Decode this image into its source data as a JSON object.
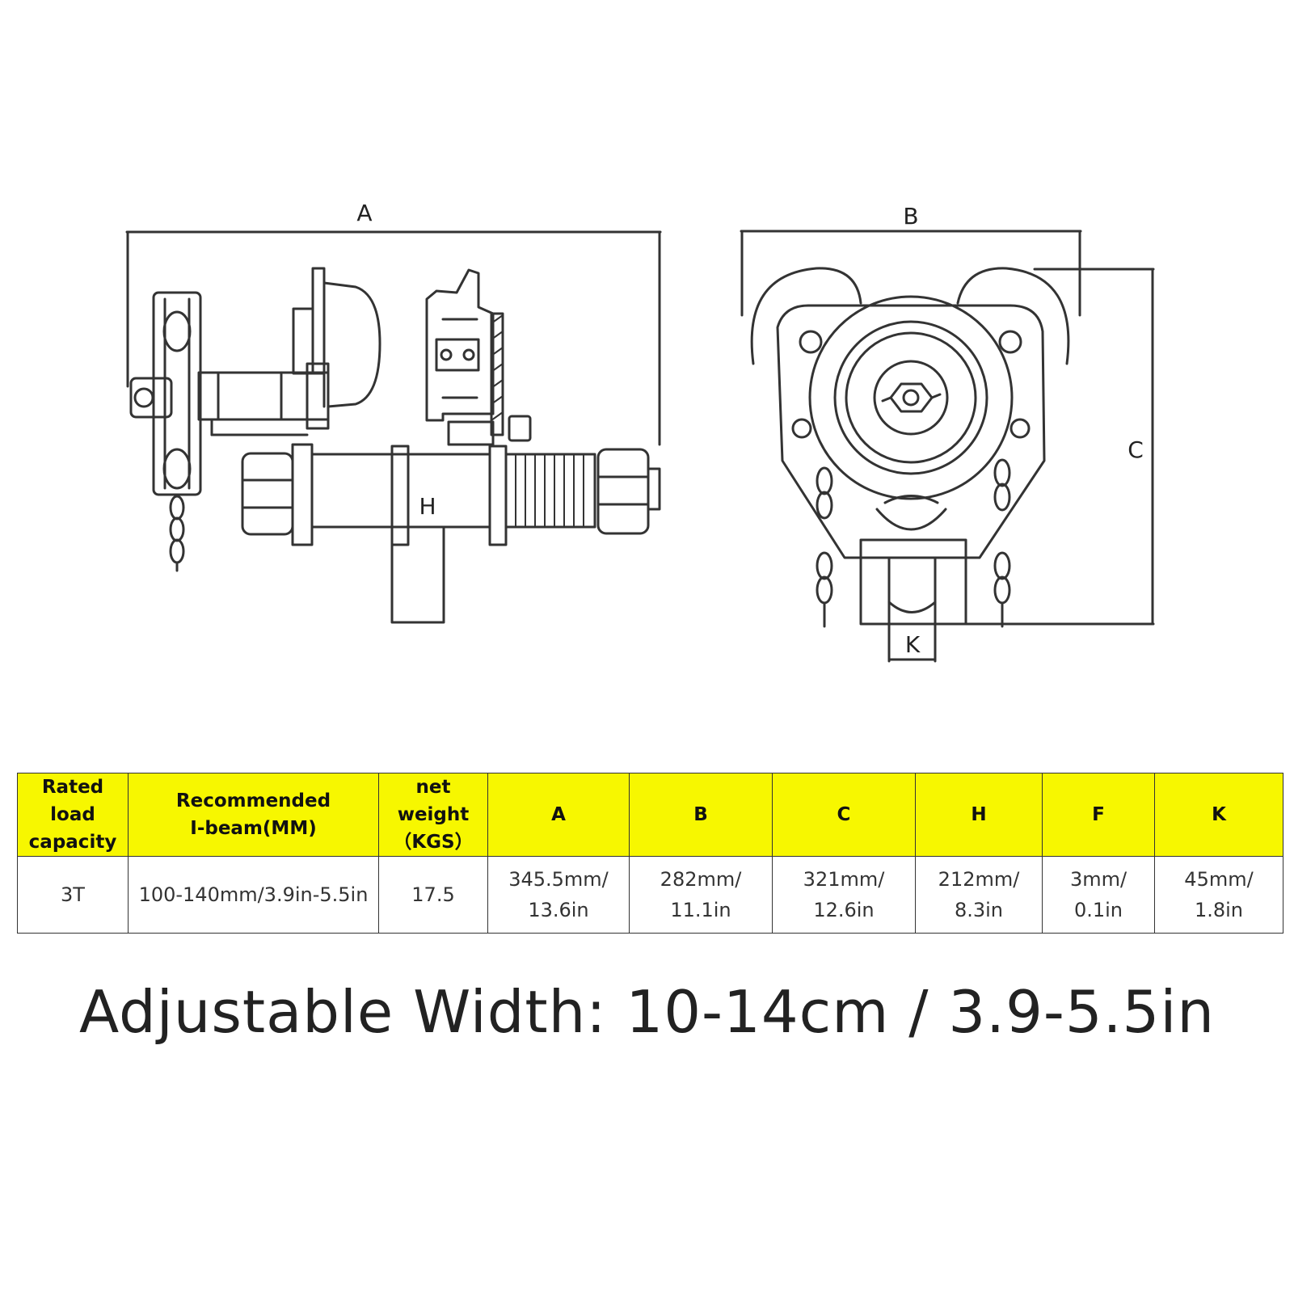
{
  "diagram": {
    "labels": {
      "A": "A",
      "B": "B",
      "C": "C",
      "H": "H",
      "K": "K"
    }
  },
  "table": {
    "headers": [
      "Rated load capacity",
      "Recommended I-beam(MM)",
      "net weight（KGS）",
      "A",
      "B",
      "C",
      "H",
      "F",
      "K"
    ],
    "header_lines": {
      "rated": [
        "Rated",
        "load",
        "capacity"
      ],
      "ibeam": [
        "Recommended",
        "I-beam(MM)"
      ],
      "weight": [
        "net",
        "weight",
        "（KGS）"
      ]
    },
    "row": {
      "capacity": "3T",
      "ibeam": "100-140mm/3.9in-5.5in",
      "weight": "17.5",
      "A": [
        "345.5mm/",
        "13.6in"
      ],
      "B": [
        "282mm/",
        "11.1in"
      ],
      "C": [
        "321mm/",
        "12.6in"
      ],
      "H": [
        "212mm/",
        "8.3in"
      ],
      "F": [
        "3mm/",
        "0.1in"
      ],
      "K": [
        "45mm/",
        "1.8in"
      ]
    },
    "header_color": "#f7f700"
  },
  "footer": {
    "text": "Adjustable Width: 10-14cm / 3.9-5.5in"
  }
}
